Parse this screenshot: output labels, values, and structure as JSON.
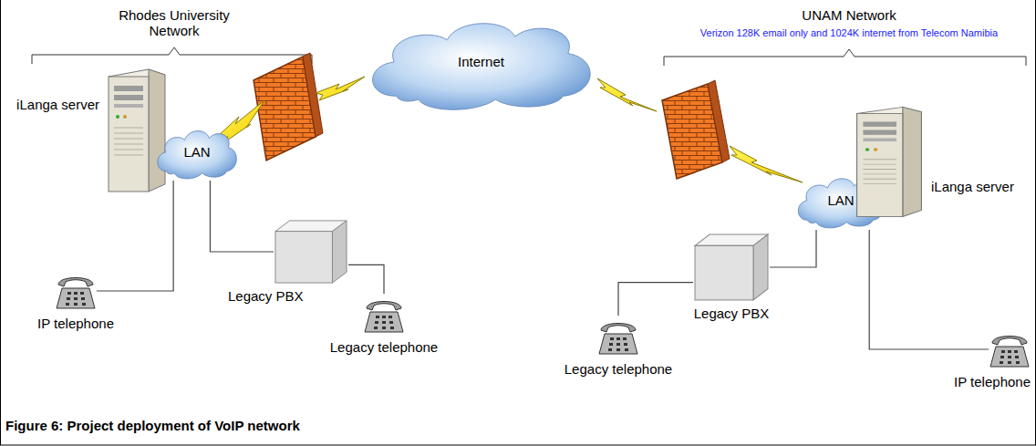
{
  "diagram": {
    "caption": "Figure 6: Project deployment of VoIP network",
    "nodes": [
      {
        "text": [
          "iLanga server"
        ]
      },
      {
        "text": [
          "LAN"
        ]
      },
      {
        "text": [
          "Internet"
        ]
      },
      {
        "text": [
          "LAN"
        ]
      },
      {
        "text": [
          "iLanga server"
        ]
      },
      {
        "text": [
          "Legacy PBX"
        ]
      },
      {
        "text": [
          "Legacy PBX"
        ]
      },
      {
        "text": [
          "IP telephone"
        ]
      },
      {
        "text": [
          "Legacy telephone"
        ]
      },
      {
        "text": [
          "Legacy telephone"
        ]
      },
      {
        "text": [
          "IP telephone"
        ]
      }
    ],
    "edges": [
      {
        "from": 1,
        "to": 7,
        "arrow": "none"
      },
      {
        "from": 1,
        "to": 5,
        "arrow": "none"
      },
      {
        "from": 5,
        "to": 8,
        "arrow": "none"
      },
      {
        "from": 3,
        "to": 6,
        "arrow": "none"
      },
      {
        "from": 6,
        "to": 9,
        "arrow": "none"
      },
      {
        "from": 3,
        "to": 10,
        "arrow": "none"
      }
    ],
    "labels": [
      "Rhodes University Network",
      "UNAM Network",
      "Verizon 128K email only and 1024K internet from Telecom Namibia"
    ]
  }
}
